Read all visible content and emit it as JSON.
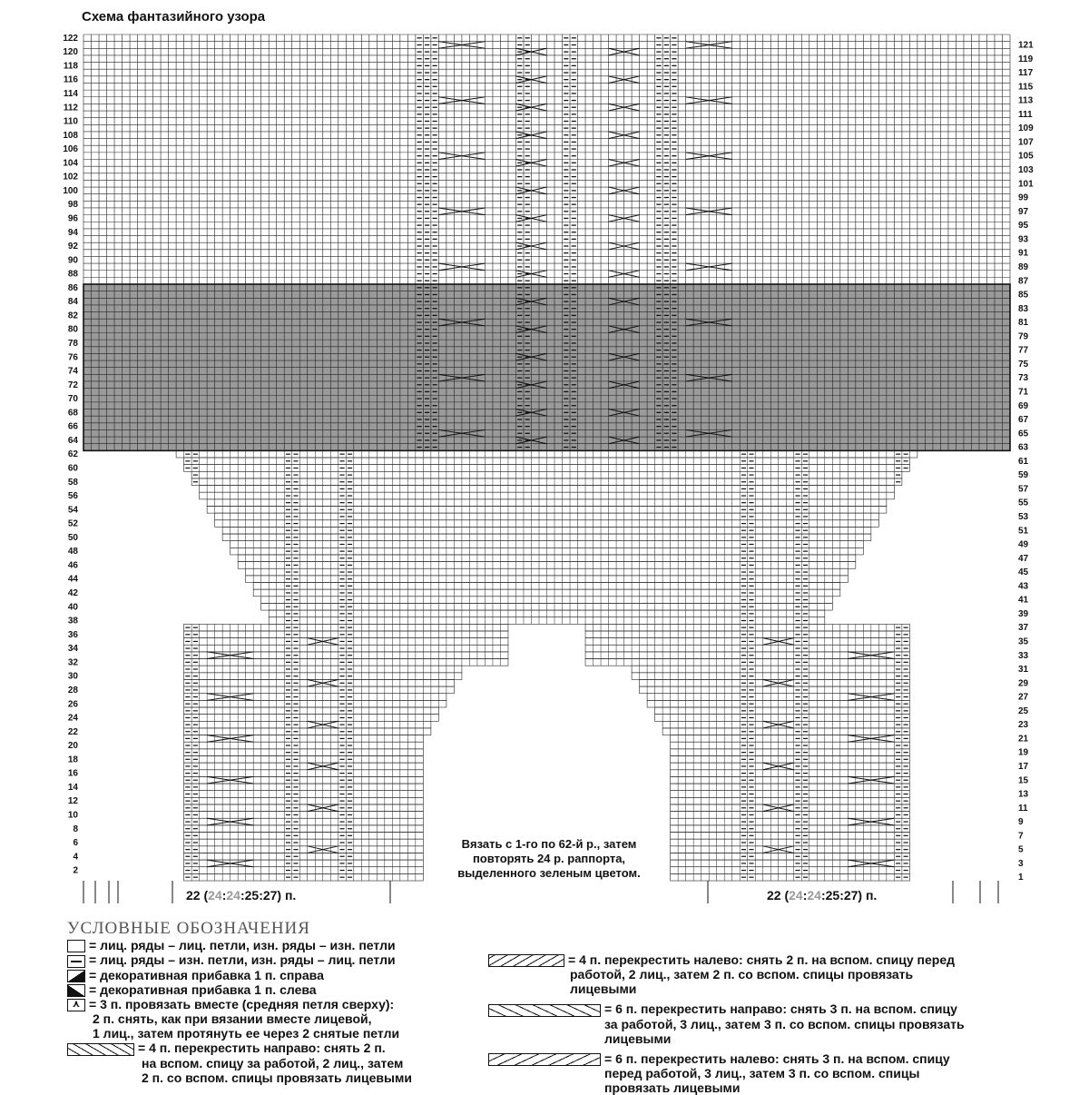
{
  "title": "Схема фантазийного узора",
  "left_rows": [
    "122",
    "120",
    "118",
    "116",
    "114",
    "112",
    "110",
    "108",
    "106",
    "104",
    "102",
    "100",
    "98",
    "96",
    "94",
    "92",
    "90",
    "88",
    "86",
    "84",
    "82",
    "80",
    "78",
    "76",
    "74",
    "72",
    "70",
    "68",
    "66",
    "64",
    "62",
    "60",
    "58",
    "56",
    "54",
    "52",
    "50",
    "48",
    "46",
    "44",
    "42",
    "40",
    "38",
    "36",
    "34",
    "32",
    "30",
    "28",
    "26",
    "24",
    "22",
    "20",
    "18",
    "16",
    "14",
    "12",
    "10",
    "8",
    "6",
    "4",
    "2"
  ],
  "right_rows": [
    "121",
    "119",
    "117",
    "115",
    "113",
    "111",
    "109",
    "107",
    "105",
    "103",
    "101",
    "99",
    "97",
    "95",
    "93",
    "91",
    "89",
    "87",
    "85",
    "83",
    "81",
    "79",
    "77",
    "75",
    "73",
    "71",
    "69",
    "67",
    "65",
    "63",
    "61",
    "59",
    "57",
    "55",
    "53",
    "51",
    "49",
    "47",
    "45",
    "43",
    "41",
    "39",
    "37",
    "35",
    "33",
    "31",
    "29",
    "27",
    "25",
    "23",
    "21",
    "19",
    "17",
    "15",
    "13",
    "11",
    "9",
    "7",
    "5",
    "3",
    "1"
  ],
  "note": {
    "line1": "Вязать с 1-го по 62-й р., затем",
    "line2": "повторять 24 р. раппорта,",
    "line3": "выделенного зеленым цветом."
  },
  "width_left": {
    "a": "22 (",
    "b": "24",
    "c": ":",
    "d": "24",
    "e": ":25:27) п."
  },
  "width_right": {
    "a": "22 (",
    "b": "24",
    "c": ":",
    "d": "24",
    "e": ":25:27) п."
  },
  "legend": {
    "title": "УСЛОВНЫЕ ОБОЗНАЧЕНИЯ",
    "items": [
      {
        "icon": "empty-cell",
        "text": "= лиц. ряды – лиц. петли, изн. ряды – изн. петли"
      },
      {
        "icon": "dash-cell",
        "text": "= лиц. ряды – изн. петли, изн. ряды – лиц. петли"
      },
      {
        "icon": "increase-right",
        "text": "= декоративная прибавка 1 п. справа"
      },
      {
        "icon": "increase-left",
        "text": "= декоративная прибавка 1 п. слева"
      },
      {
        "icon": "k3tog-centered",
        "text": "= 3 п. провязать вместе (средняя петля сверху):"
      },
      {
        "icon": "",
        "text": "2 п. снять, как при вязании вместе лицевой,"
      },
      {
        "icon": "",
        "text": "1 лиц., затем протянуть ее через 2 снятые петли"
      },
      {
        "icon": "cross-4-right",
        "text": "= 4 п. перекрестить направо: снять 2 п."
      },
      {
        "icon": "",
        "text": "на вспом. спицу за работой, 2 лиц., затем"
      },
      {
        "icon": "",
        "text": "2 п. со вспом. спицы провязать лицевыми"
      }
    ],
    "items_right": [
      {
        "icon": "cross-4-left",
        "text": "= 4 п. перекрестить налево: снять 2 п. на вспом. спицу перед"
      },
      {
        "icon": "",
        "text": "работой, 2 лиц., затем 2 п. со вспом. спицы провязать"
      },
      {
        "icon": "",
        "text": "лицевыми"
      },
      {
        "icon": "cross-6-right",
        "text": "= 6 п. перекрестить направо: снять 3 п. на вспом. спицу"
      },
      {
        "icon": "",
        "text": "за работой, 3 лиц., затем 3 п. со вспом. спицы провязать"
      },
      {
        "icon": "",
        "text": "лицевыми"
      },
      {
        "icon": "cross-6-left",
        "text": "= 6 п. перекрестить налево: снять 3 п. на вспом. спицу"
      },
      {
        "icon": "",
        "text": "перед работой, 3 лиц., затем 3 п. со вспом. спицы"
      },
      {
        "icon": "",
        "text": "провязать лицевыми"
      }
    ]
  },
  "colors": {
    "repeat_band": "#9a9a9a",
    "grid": "#222222",
    "ink": "#111111"
  }
}
